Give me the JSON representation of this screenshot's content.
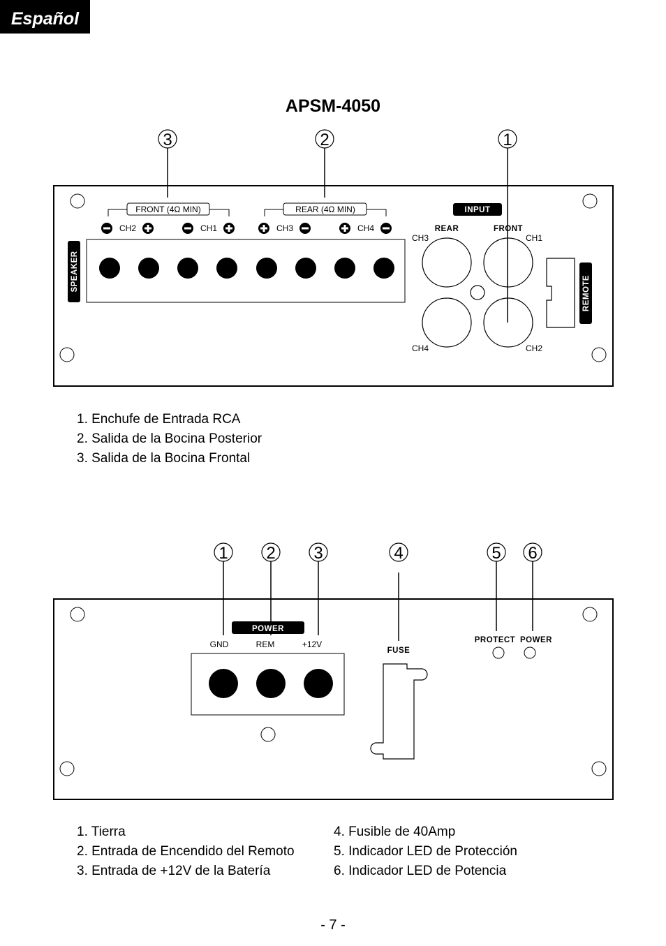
{
  "header": {
    "language": "Español",
    "model": "APSM-4050"
  },
  "panel1": {
    "callouts": [
      "3",
      "2",
      "1"
    ],
    "front_label": "FRONT (4Ω MIN)",
    "rear_label": "REAR (4Ω MIN)",
    "channels": [
      "CH2",
      "CH1",
      "CH3",
      "CH4"
    ],
    "speaker_label": "SPEAKER",
    "input_label": "INPUT",
    "rear_input": "REAR",
    "front_input": "FRONT",
    "rca_channels": [
      "CH3",
      "CH1",
      "CH4",
      "CH2"
    ],
    "remote_label": "REMOTE"
  },
  "legend1": [
    "1. Enchufe de Entrada RCA",
    "2. Salida de la Bocina Posterior",
    "3. Salida de la Bocina Frontal"
  ],
  "panel2": {
    "callouts": [
      "1",
      "2",
      "3",
      "4",
      "5",
      "6"
    ],
    "power_label": "POWER",
    "terminals": [
      "GND",
      "REM",
      "+12V"
    ],
    "fuse_label": "FUSE",
    "protect_label": "PROTECT",
    "power_led_label": "POWER"
  },
  "legend2_left": [
    "1. Tierra",
    "2. Entrada de Encendido del Remoto",
    "3. Entrada de +12V de la Batería"
  ],
  "legend2_right": [
    "4. Fusible de 40Amp",
    "5. Indicador LED de Protección",
    "6. Indicador LED de Potencia"
  ],
  "footer": {
    "page": "- 7 -"
  }
}
